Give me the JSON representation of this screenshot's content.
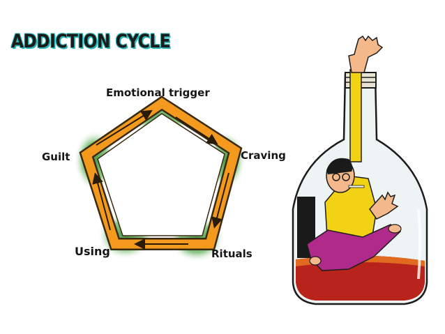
{
  "title": "ADDICTION CYCLE",
  "cycle": {
    "steps": [
      "Emotional trigger",
      "Craving",
      "Rituals",
      "Using",
      "Guilt"
    ]
  },
  "colors": {
    "frame_orange": "#f39a1e",
    "frame_outline": "#3a2a10",
    "lobe_green": "#6fb46a",
    "title_teal": "#2bb3b3",
    "liquor": "#b8241b",
    "shirt_yellow": "#f2d214",
    "pants_magenta": "#b02a8c"
  },
  "illustration": "cartoon-man-trapped-in-bottle"
}
